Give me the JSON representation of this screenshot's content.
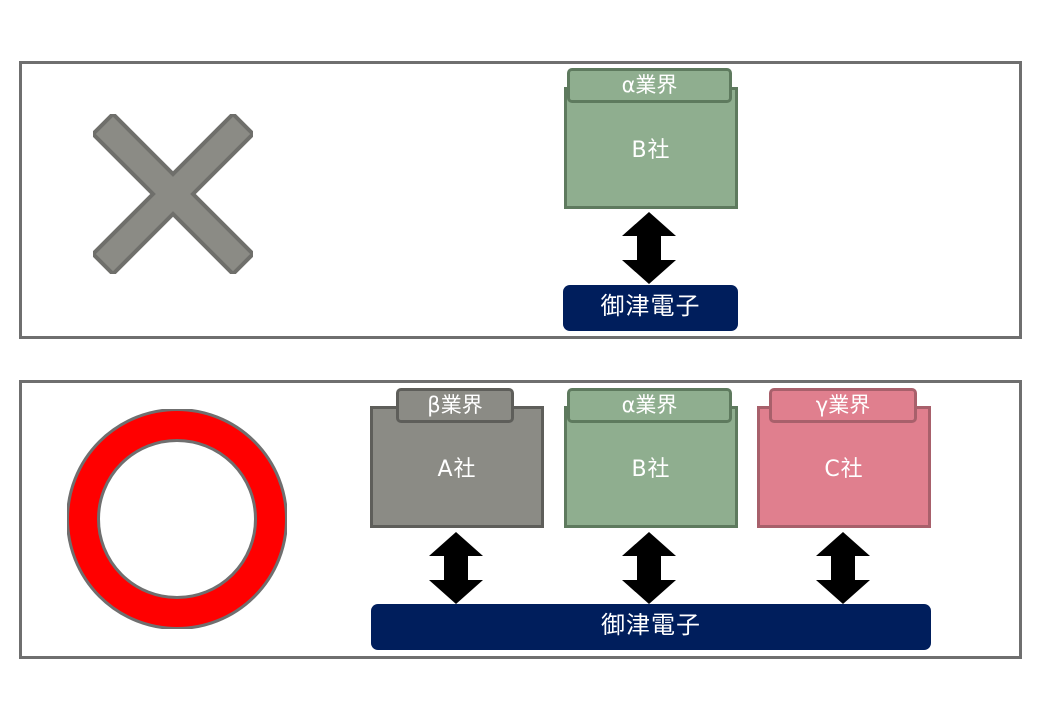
{
  "top": {
    "industry_tab": "α業界",
    "company": "B社",
    "partner": "御津電子"
  },
  "bottom": {
    "companies": [
      {
        "industry_tab": "β業界",
        "company": "A社"
      },
      {
        "industry_tab": "α業界",
        "company": "B社"
      },
      {
        "industry_tab": "γ業界",
        "company": "C社"
      }
    ],
    "partner": "御津電子"
  },
  "colors": {
    "partner_bar": "#001e5c",
    "alpha": "#8fae8f",
    "beta": "#8b8b85",
    "gamma": "#e07f8e",
    "circle_mark": "#ff0000",
    "cross_mark": "#8b8b85"
  },
  "icons": {
    "top_mark": "cross-mark-icon",
    "bottom_mark": "circle-mark-icon",
    "connector": "double-headed-arrow-icon"
  }
}
